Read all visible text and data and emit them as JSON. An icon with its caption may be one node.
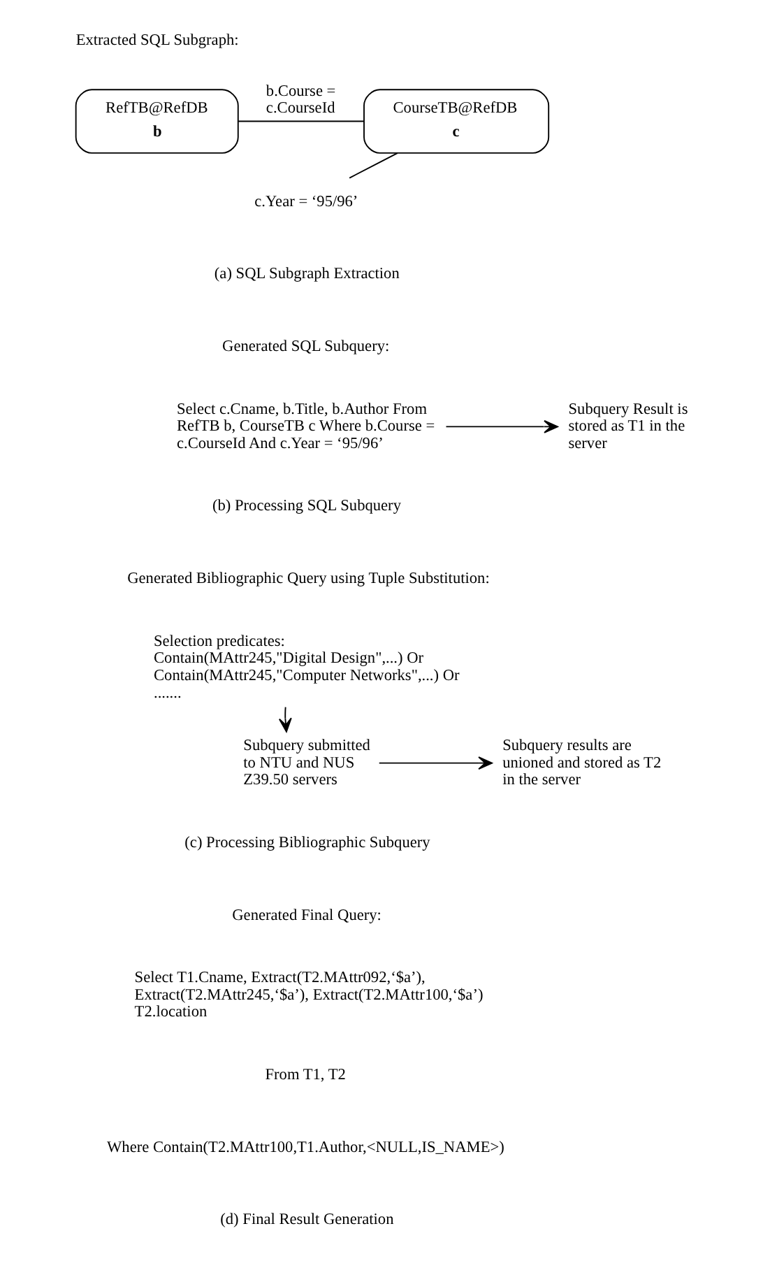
{
  "diagram": {
    "nodes": [
      {
        "text": [
          "RefTB@RefDB",
          "b"
        ]
      },
      {
        "text": [
          "CourseTB@RefDB",
          "c"
        ]
      },
      {
        "text": [
          "c.Year = ‘95/96’"
        ]
      },
      {
        "text": [
          "Select c.Cname, b.Title, b.Author From RefTB b, CourseTB c Where b.Course = c.CourseId And c.Year = ‘95/96’"
        ]
      },
      {
        "text": [
          "Subquery Result is stored as T1 in the server"
        ]
      },
      {
        "text": [
          "Selection predicates:",
          "Contain(MAttr245,\"Digital Design\",...) Or Contain(MAttr245,\"Computer Networks\",...) Or ......."
        ]
      },
      {
        "text": [
          "Subquery submitted to NTU and NUS Z39.50 servers"
        ]
      },
      {
        "text": [
          "Subquery results are unioned and stored as T2 in the server"
        ]
      }
    ],
    "edges": [
      {
        "from": 0,
        "to": 1,
        "arrow": "none",
        "label": "b.Course = c.CourseId"
      },
      {
        "from": 1,
        "to": 2,
        "arrow": "none"
      },
      {
        "from": 3,
        "to": 4,
        "arrow": "to"
      },
      {
        "from": 5,
        "to": 6,
        "arrow": "to"
      },
      {
        "from": 6,
        "to": 7,
        "arrow": "to"
      }
    ],
    "labels": [
      "Extracted SQL Subgraph:",
      "(a) SQL Subgraph Extraction",
      "Generated SQL Subquery:",
      "(b) Processing SQL Subquery",
      "Generated Bibliographic Query using Tuple Substitution:",
      "(c) Processing Bibliographic Subquery",
      "Generated Final Query:",
      "Select T1.Cname, Extract(T2.MAttr092,‘$a’), Extract(T2.MAttr245,‘$a’), Extract(T2.MAttr100,‘$a’) T2.location",
      "From T1, T2",
      "Where Contain(T2.MAttr100,T1.Author,<NULL,IS_NAME>)",
      "(d) Final Result Generation"
    ]
  }
}
